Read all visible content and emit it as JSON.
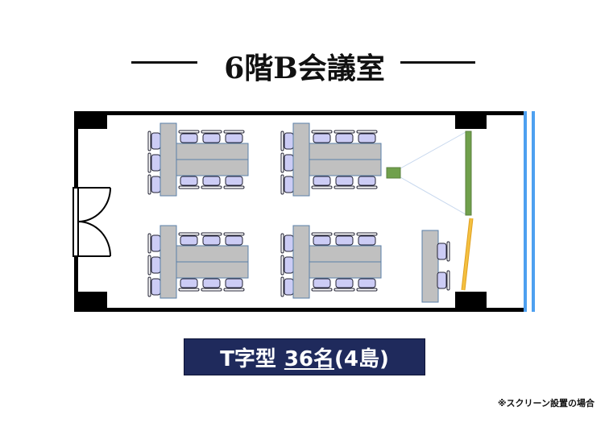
{
  "title": "6階B会議室",
  "caption": {
    "layout": "T字型",
    "capacity": "36名",
    "islands": "(4島)"
  },
  "note": "※スクリーン設置の場合",
  "colors": {
    "caption_bg": "#1f2a5c",
    "table": "#c0c0c0",
    "chair": "#ccccf5",
    "screen": "#70a04c",
    "whiteboard": "#f4c040",
    "window": "#4da0f0"
  }
}
